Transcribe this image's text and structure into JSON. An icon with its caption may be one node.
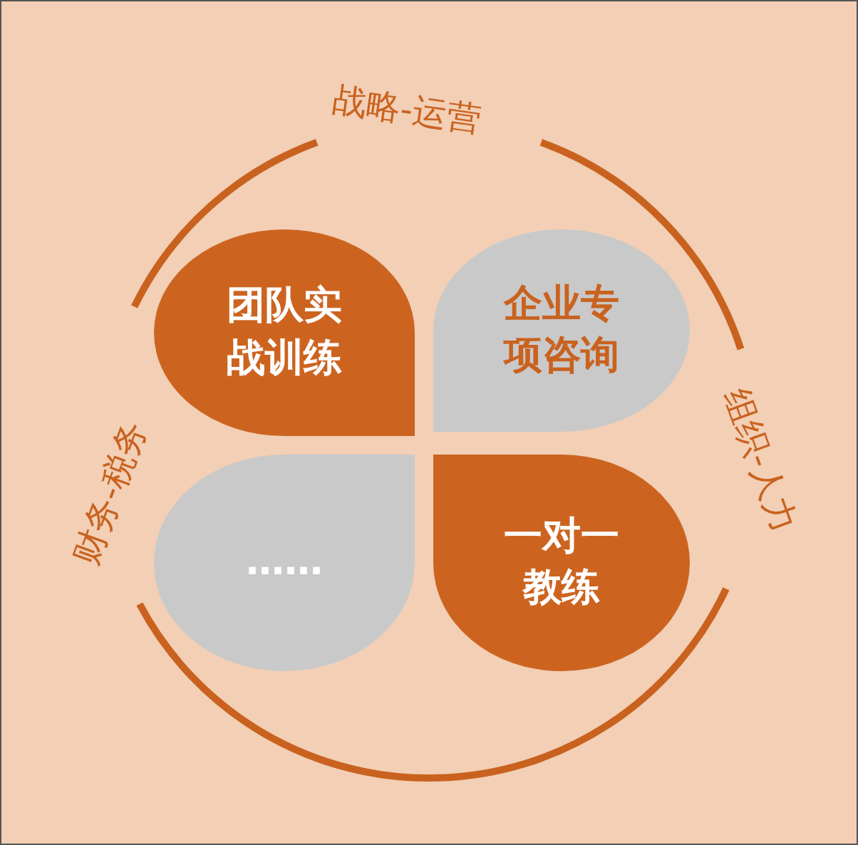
{
  "diagram": {
    "nodes": [
      {
        "text": [
          "团队实战训练"
        ]
      },
      {
        "text": [
          "企业专项咨询"
        ]
      },
      {
        "text": [
          "……"
        ]
      },
      {
        "text": [
          "一对一教练"
        ]
      }
    ],
    "labels": [
      "战略-运营",
      "组织-人力",
      "财务-税务"
    ]
  }
}
